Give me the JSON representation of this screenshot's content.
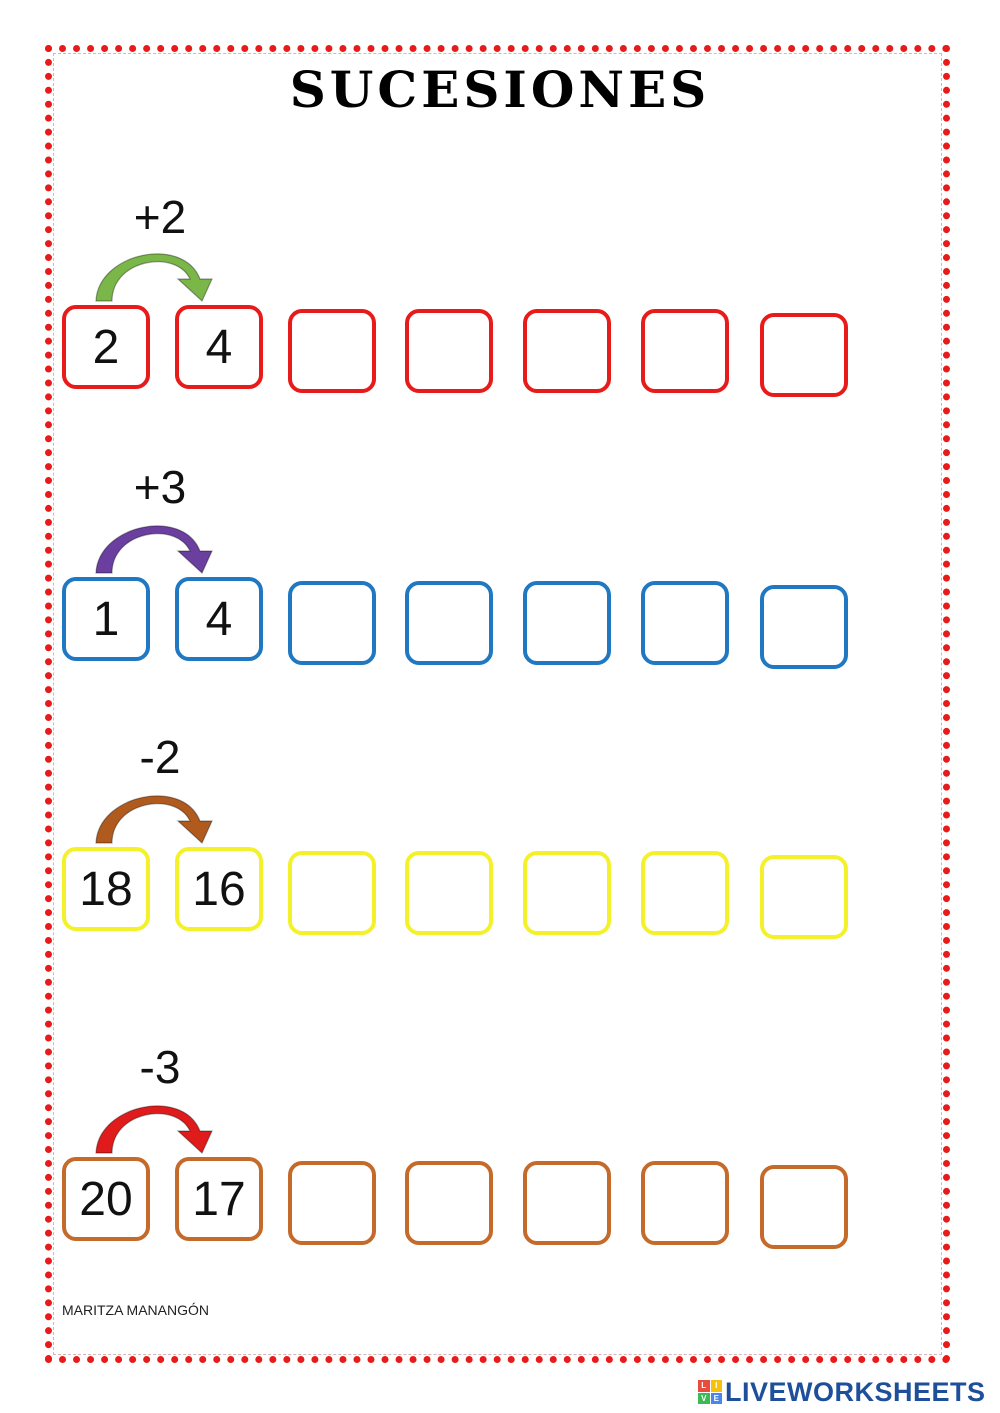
{
  "title": "SUCESIONES",
  "rows": [
    {
      "step": "+2",
      "color": "#e81b1b",
      "arrow_color": "#7ab648",
      "cells": [
        "2",
        "4",
        "",
        "",
        "",
        "",
        ""
      ]
    },
    {
      "step": "+3",
      "color": "#1f78c1",
      "arrow_color": "#6a3fa0",
      "cells": [
        "1",
        "4",
        "",
        "",
        "",
        "",
        ""
      ]
    },
    {
      "step": "-2",
      "color": "#f4f12b",
      "arrow_color": "#b15a1e",
      "cells": [
        "18",
        "16",
        "",
        "",
        "",
        "",
        ""
      ]
    },
    {
      "step": "-3",
      "color": "#c46a2a",
      "arrow_color": "#e01b1b",
      "cells": [
        "20",
        "17",
        "",
        "",
        "",
        "",
        ""
      ]
    }
  ],
  "author": "MARITZA MANANGÓN",
  "brand": {
    "name": "LIVEWORKSHEETS",
    "logo_letters": [
      "L",
      "I",
      "V",
      "E"
    ],
    "logo_colors": [
      "#e84c3d",
      "#f4c20d",
      "#3cba54",
      "#4885ed"
    ]
  }
}
